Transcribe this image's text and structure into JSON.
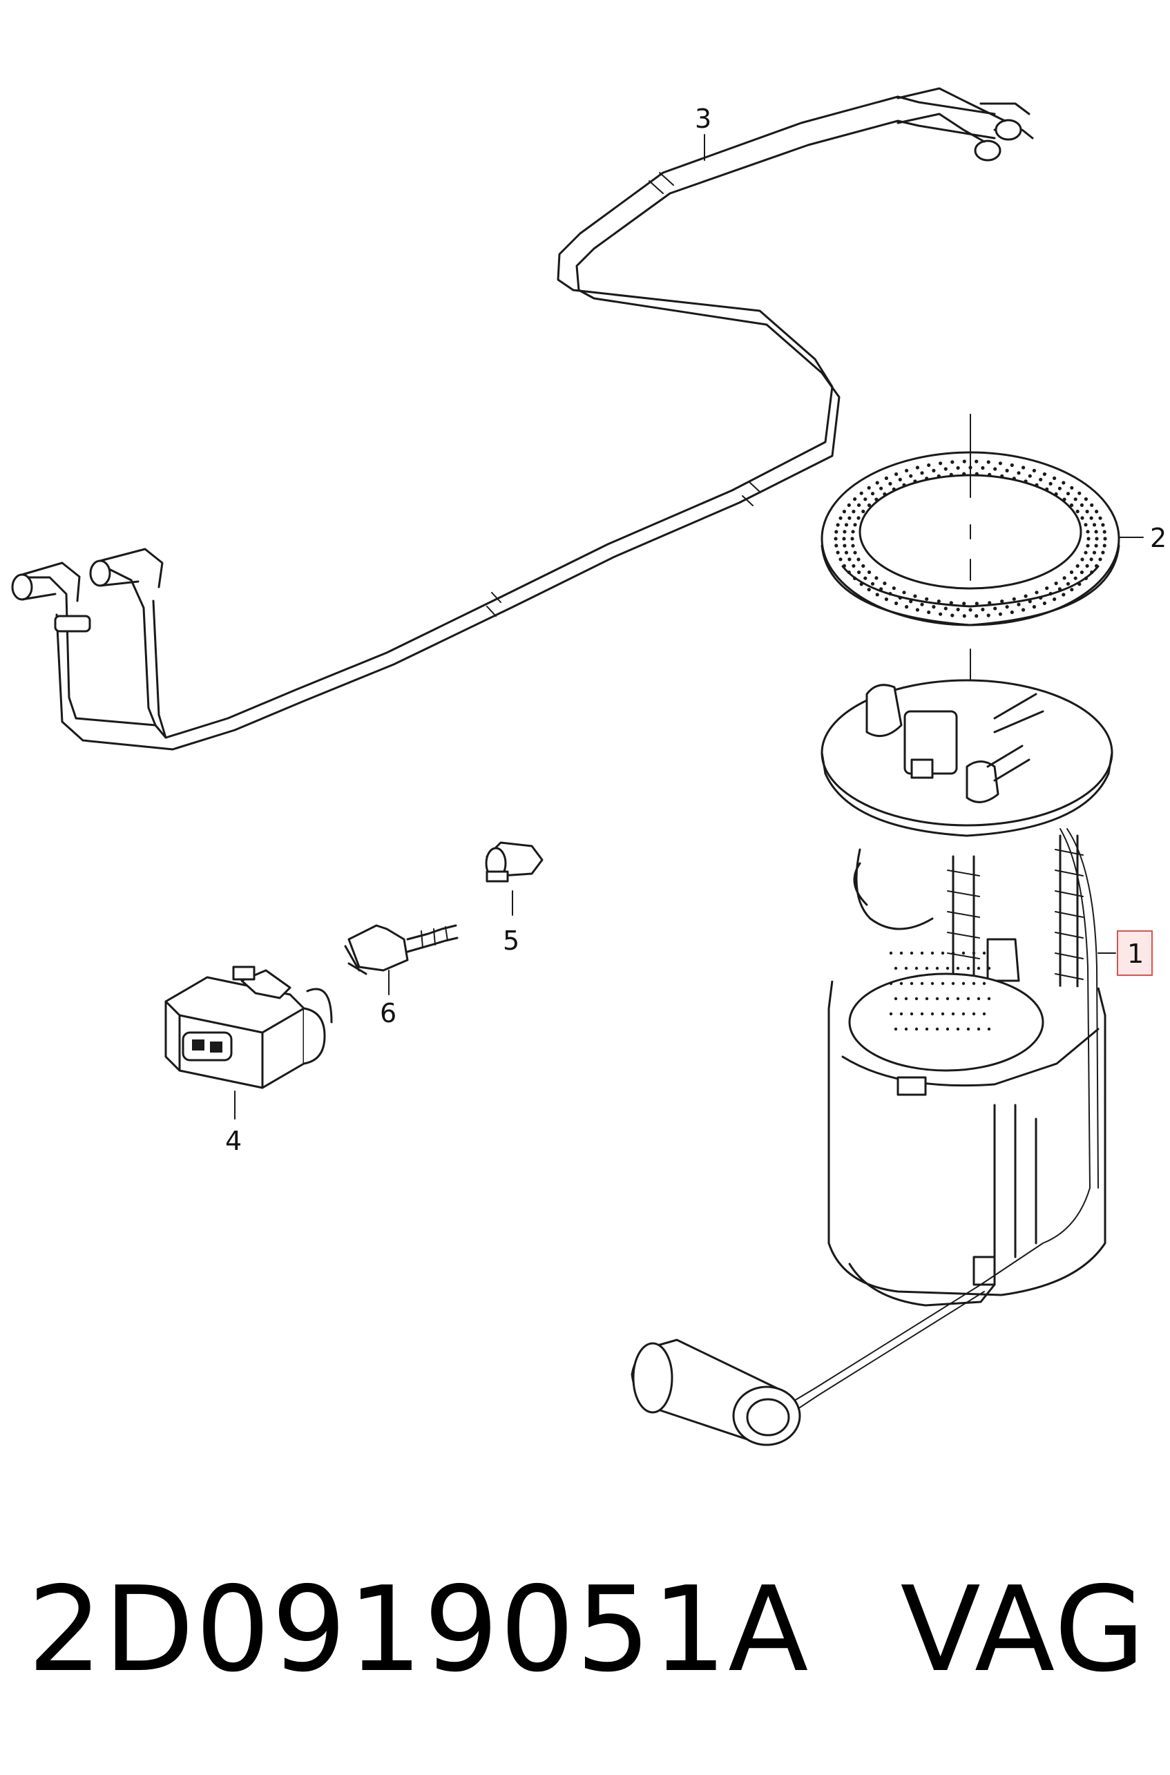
{
  "callouts": {
    "c1": "1",
    "c2": "2",
    "c3": "3",
    "c4": "4",
    "c5": "5",
    "c6": "6"
  },
  "caption": {
    "part_number": "2D0919051A",
    "brand": "VAG"
  },
  "colors": {
    "line": "#1a1a1a",
    "highlight_border": "#d9534f",
    "highlight_fill": "#fde8e8"
  }
}
